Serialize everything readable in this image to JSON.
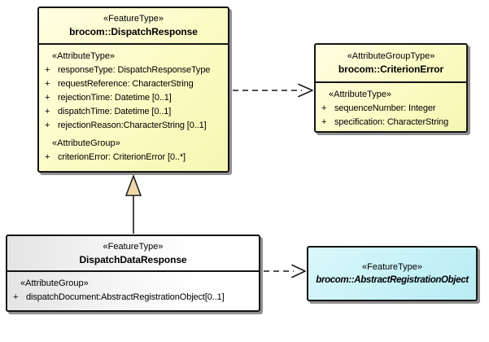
{
  "colors": {
    "background": "#FFFFFF",
    "class_fill_yellow": "#FBFBC4",
    "class_fill_cyan": "#C5F1F7",
    "class_fill_gray": "#E4E4E4",
    "border": "#141414",
    "shadow": "#909090",
    "generalization_triangle_fill": "#F0D8AB"
  },
  "classes": {
    "dispatchResponse": {
      "stereotype": "«FeatureType»",
      "name": "brocom::DispatchResponse",
      "sections": [
        {
          "header": "«AttributeType»",
          "attrs": [
            {
              "vis": "+",
              "text": "responseType: DispatchResponseType"
            },
            {
              "vis": "+",
              "text": "requestReference: CharacterString"
            },
            {
              "vis": "+",
              "text": "rejectionTime: Datetime [0..1]"
            },
            {
              "vis": "+",
              "text": "dispatchTime: Datetime [0..1]"
            },
            {
              "vis": "+",
              "text": "rejectionReason:CharacterString [0..1]"
            }
          ]
        },
        {
          "header": "«AttributeGroup»",
          "attrs": [
            {
              "vis": "+",
              "text": "criterionError: CriterionError [0..*]"
            }
          ]
        }
      ]
    },
    "criterionError": {
      "stereotype": "«AttributeGroupType»",
      "name": "brocom::CriterionError",
      "sections": [
        {
          "header": "«AttributeType»",
          "attrs": [
            {
              "vis": "+",
              "text": "sequenceNumber: Integer"
            },
            {
              "vis": "+",
              "text": "specification: CharacterString"
            }
          ]
        }
      ]
    },
    "dispatchDataResponse": {
      "stereotype": "«FeatureType»",
      "name": "DispatchDataResponse",
      "sections": [
        {
          "header": "«AttributeGroup»",
          "attrs": [
            {
              "vis": "+",
              "text": "dispatchDocument:AbstractRegistrationObject[0..1]"
            }
          ]
        }
      ]
    },
    "abstractRegistrationObject": {
      "stereotype": "«FeatureType»",
      "name": "brocom::AbstractRegistrationObject"
    }
  }
}
